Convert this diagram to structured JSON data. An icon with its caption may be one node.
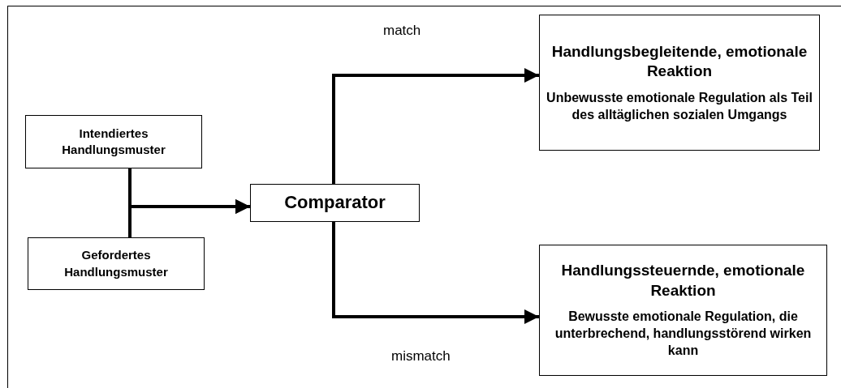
{
  "diagram": {
    "nodes": [
      {
        "text": [
          "Intendiertes Handlungsmuster"
        ]
      },
      {
        "text": [
          "Gefordertes Handlungsmuster"
        ]
      },
      {
        "text": [
          "Comparator"
        ]
      },
      {
        "text": [
          "Handlungsbegleitende, emotionale Reaktion",
          "Unbewusste emotionale Regulation als Teil des alltäglichen sozialen Umgangs"
        ]
      },
      {
        "text": [
          "Handlungssteuernde, emotionale Reaktion",
          "Bewusste emotionale Regulation, die unterbrechend, handlungsstörend wirken kann"
        ]
      }
    ],
    "edges": [
      {
        "from": 0,
        "to": 2,
        "arrow": "to"
      },
      {
        "from": 1,
        "to": 2,
        "arrow": "to"
      },
      {
        "from": 2,
        "to": 3,
        "arrow": "to",
        "label": "match"
      },
      {
        "from": 2,
        "to": 4,
        "arrow": "to",
        "label": "mismatch"
      }
    ]
  }
}
